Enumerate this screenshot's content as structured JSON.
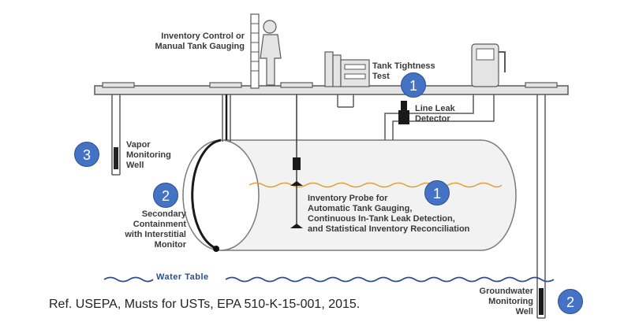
{
  "labels": {
    "inventory_control": [
      "Inventory Control or",
      "Manual Tank Gauging"
    ],
    "tank_tightness": [
      "Tank Tightness",
      "Test"
    ],
    "line_leak": [
      "Line Leak",
      "Detector"
    ],
    "vapor_well": [
      "Vapor",
      "Monitoring",
      "Well"
    ],
    "secondary": [
      "Secondary",
      "Containment",
      "with Interstitial",
      "Monitor"
    ],
    "probe": [
      "Inventory Probe for",
      "Automatic Tank Gauging,",
      "Continuous In-Tank Leak Detection,",
      "and Statistical Inventory Reconciliation"
    ],
    "groundwater": [
      "Groundwater",
      "Monitoring",
      "Well"
    ],
    "water_table": "Water Table"
  },
  "badges": {
    "tank_tightness": "1",
    "vapor": "3",
    "secondary": "2",
    "probe": "1",
    "groundwater": "2"
  },
  "reference": "Ref. USEPA, Musts for USTs, EPA 510-K-15-001, 2015.",
  "colors": {
    "line": "#5a5a5a",
    "fill": "#e4e4e4",
    "badge": "#4472c4",
    "product_level": "#e0a030",
    "water": "#2e4f8a"
  }
}
